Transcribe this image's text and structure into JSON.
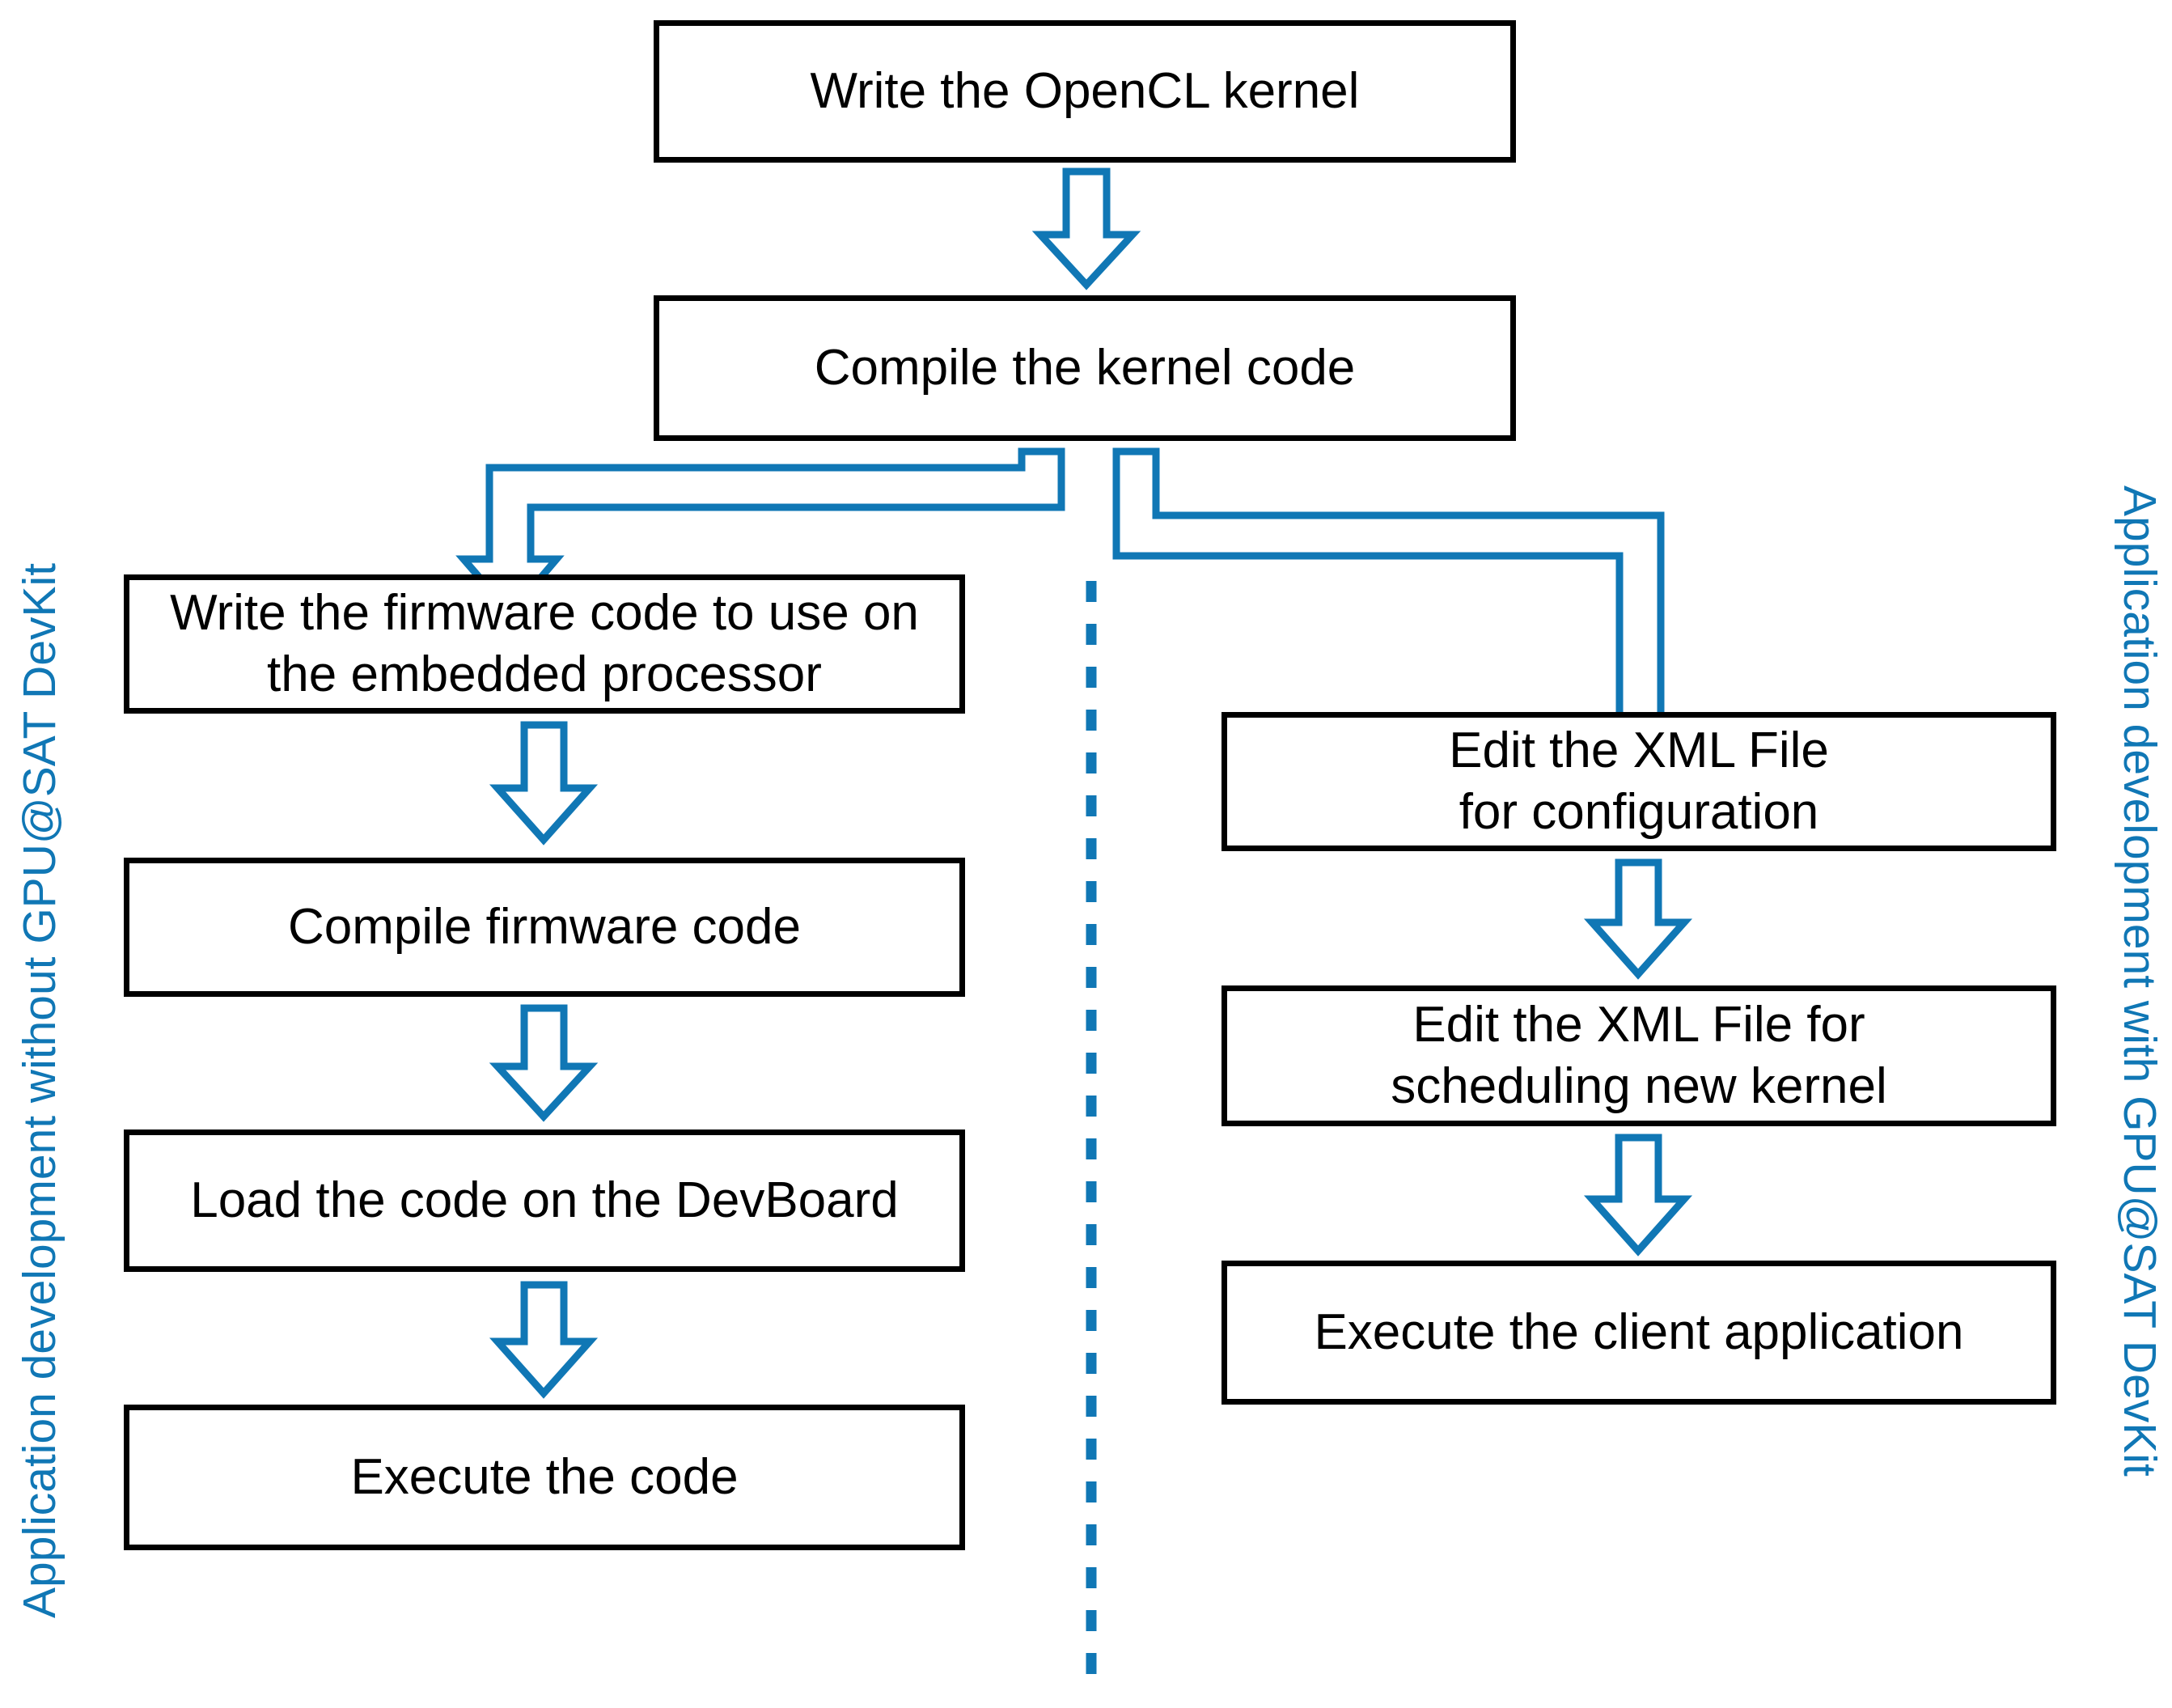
{
  "diagram": {
    "title": "GPU@SAT DevKit application development workflow comparison",
    "accent_color": "#1077B5",
    "box_border_color": "#000000",
    "background_color": "#ffffff"
  },
  "side_labels": {
    "left": "Application development without GPU@SAT DevKit",
    "right": "Application development with GPU@SAT DevKit"
  },
  "shared_nodes": [
    {
      "id": "write-opencl-kernel",
      "label": "Write the OpenCL kernel"
    },
    {
      "id": "compile-kernel-code",
      "label": "Compile the kernel code"
    }
  ],
  "left_branch": {
    "nodes": [
      {
        "id": "write-firmware-code",
        "label": "Write the firmware code to use on\nthe embedded processor"
      },
      {
        "id": "compile-firmware-code",
        "label": "Compile firmware code"
      },
      {
        "id": "load-code-devboard",
        "label": "Load the code on the DevBoard"
      },
      {
        "id": "execute-the-code",
        "label": "Execute the code"
      }
    ]
  },
  "right_branch": {
    "nodes": [
      {
        "id": "edit-xml-configuration",
        "label": "Edit the XML File\nfor configuration"
      },
      {
        "id": "edit-xml-scheduling",
        "label": "Edit the XML File for\nscheduling new kernel"
      },
      {
        "id": "execute-client-application",
        "label": "Execute the client application"
      }
    ]
  },
  "connectors": [
    {
      "id": "arrow-kernel-to-compile",
      "from": "write-opencl-kernel",
      "to": "compile-kernel-code",
      "style": "block-arrow-down"
    },
    {
      "id": "arrow-compile-to-left-branch",
      "from": "compile-kernel-code",
      "to": "write-firmware-code",
      "style": "block-arrow-elbow-left"
    },
    {
      "id": "arrow-compile-to-right-branch",
      "from": "compile-kernel-code",
      "to": "edit-xml-configuration",
      "style": "block-arrow-elbow-right"
    },
    {
      "id": "arrow-firmware-to-compile-firmware",
      "from": "write-firmware-code",
      "to": "compile-firmware-code",
      "style": "block-arrow-down"
    },
    {
      "id": "arrow-compile-firmware-to-load",
      "from": "compile-firmware-code",
      "to": "load-code-devboard",
      "style": "block-arrow-down"
    },
    {
      "id": "arrow-load-to-execute",
      "from": "load-code-devboard",
      "to": "execute-the-code",
      "style": "block-arrow-down"
    },
    {
      "id": "arrow-xml-config-to-xml-sched",
      "from": "edit-xml-configuration",
      "to": "edit-xml-scheduling",
      "style": "block-arrow-down"
    },
    {
      "id": "arrow-xml-sched-to-execute-client",
      "from": "edit-xml-scheduling",
      "to": "execute-client-application",
      "style": "block-arrow-down"
    }
  ],
  "divider": {
    "id": "branch-divider",
    "style": "dashed-vertical"
  }
}
